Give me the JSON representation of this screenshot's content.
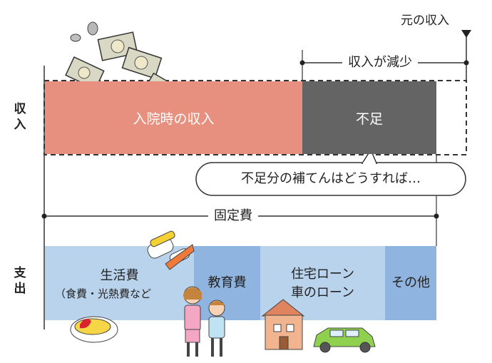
{
  "original_income_label": "元の収入",
  "income_decrease_label": "収入が減少",
  "income_axis_label": "収入",
  "hospital_income_label": "入院時の収入",
  "shortfall_label": "不足",
  "question_bubble": "不足分の補てんはどうすれば…",
  "fixed_cost_label": "固定費",
  "expense_axis_label": "支出",
  "expenses": {
    "living": {
      "label": "生活費",
      "sub": "（食費・光熱費など"
    },
    "education": {
      "label": "教育費"
    },
    "housing": {
      "line1": "住宅ローン",
      "line2": "車のローン"
    },
    "other": {
      "label": "その他"
    }
  },
  "colors": {
    "hospital_income": "#e8907f",
    "shortfall": "#646464",
    "expense_light": "#b9d3ec",
    "expense_dark": "#8fb4df"
  }
}
